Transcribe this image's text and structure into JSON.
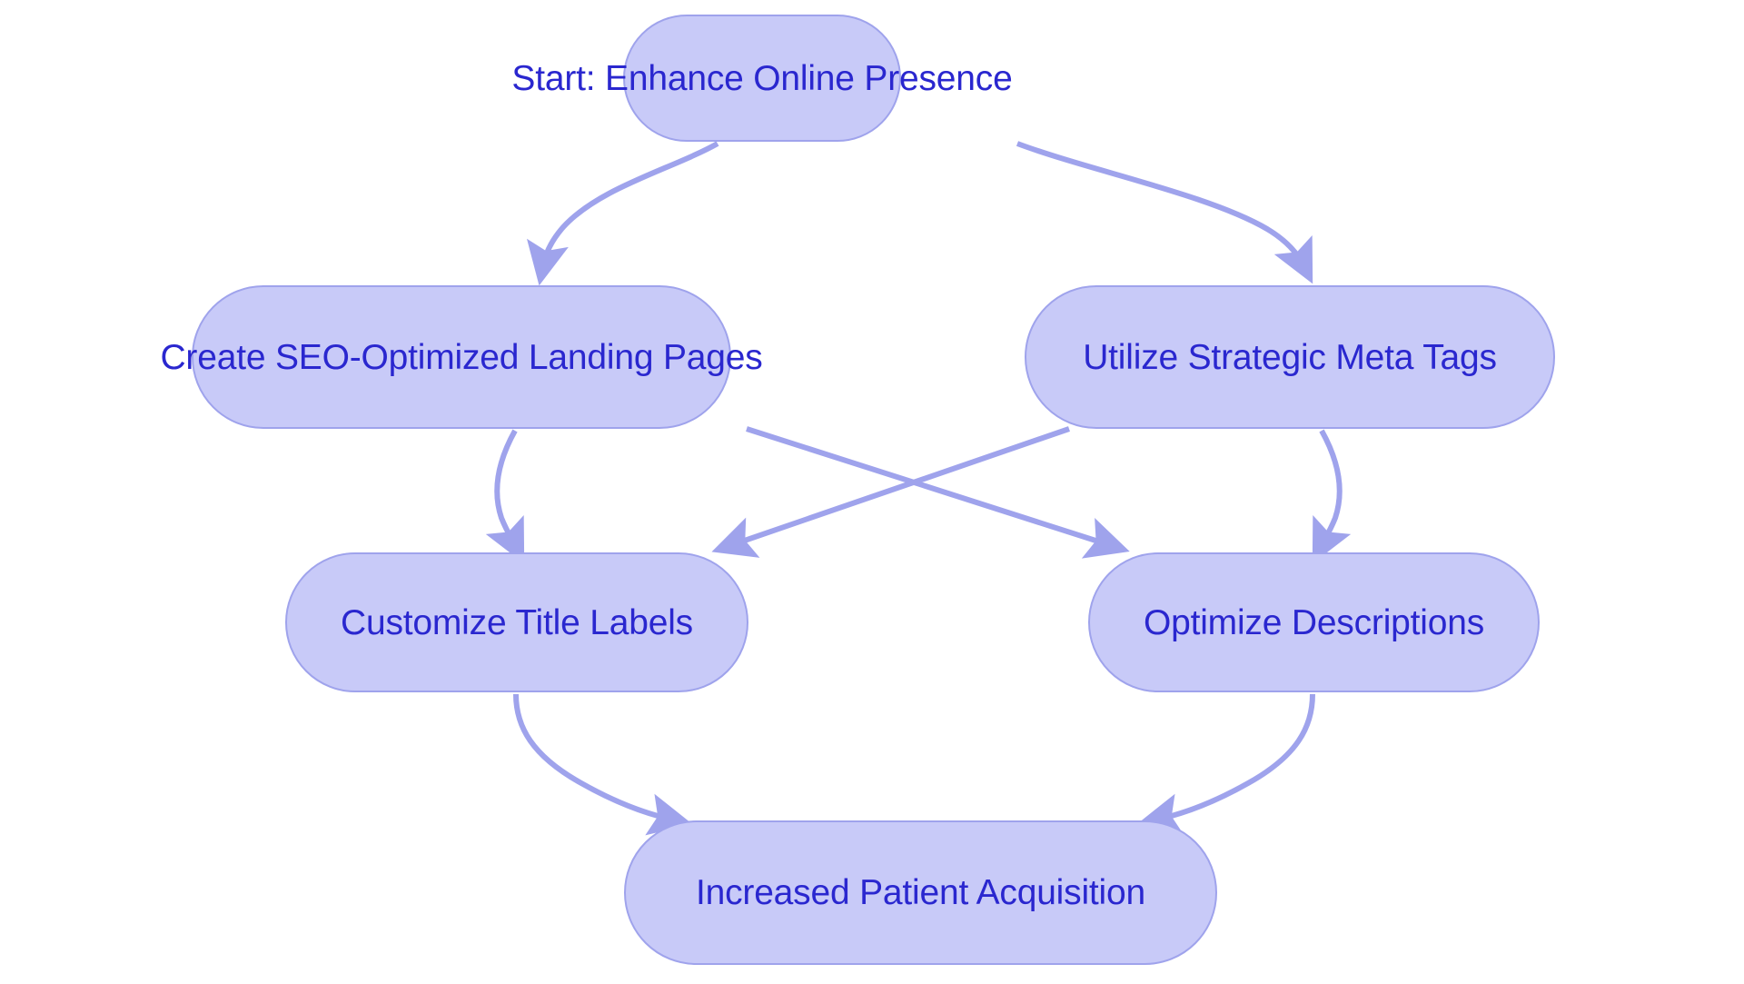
{
  "diagram": {
    "title": "SEO Strategy Flowchart",
    "type": "flowchart",
    "direction": "top-down",
    "background_color": "#ffffff",
    "node_fill_color": "#c8caf8",
    "node_border_color": "#9fa3ec",
    "node_text_color": "#2a27cf",
    "edge_color": "#9fa3ec",
    "nodes": [
      {
        "id": "start",
        "label": "Start: Enhance Online Presence",
        "shape": "stadium",
        "row": 1,
        "column": "center"
      },
      {
        "id": "landing",
        "label": "Create SEO-Optimized Landing Pages",
        "shape": "stadium",
        "row": 2,
        "column": "left"
      },
      {
        "id": "meta",
        "label": "Utilize Strategic Meta Tags",
        "shape": "stadium",
        "row": 2,
        "column": "right"
      },
      {
        "id": "titles",
        "label": "Customize Title Labels",
        "shape": "stadium",
        "row": 3,
        "column": "left"
      },
      {
        "id": "descriptions",
        "label": "Optimize Descriptions",
        "shape": "stadium",
        "row": 3,
        "column": "right"
      },
      {
        "id": "acquisition",
        "label": "Increased Patient Acquisition",
        "shape": "stadium",
        "row": 4,
        "column": "center"
      }
    ],
    "edges": [
      {
        "id": "start-to-landing",
        "from": "start",
        "to": "landing",
        "label": "",
        "style": "curved-arrow"
      },
      {
        "id": "start-to-meta",
        "from": "start",
        "to": "meta",
        "label": "",
        "style": "curved-arrow"
      },
      {
        "id": "landing-to-titles",
        "from": "landing",
        "to": "titles",
        "label": "",
        "style": "curved-arrow"
      },
      {
        "id": "landing-to-descriptions",
        "from": "landing",
        "to": "descriptions",
        "label": "",
        "style": "straight-arrow"
      },
      {
        "id": "meta-to-titles",
        "from": "meta",
        "to": "titles",
        "label": "",
        "style": "straight-arrow"
      },
      {
        "id": "meta-to-descriptions",
        "from": "meta",
        "to": "descriptions",
        "label": "",
        "style": "curved-arrow"
      },
      {
        "id": "titles-to-acquisition",
        "from": "titles",
        "to": "acquisition",
        "label": "",
        "style": "curved-arrow"
      },
      {
        "id": "descriptions-to-acquisition",
        "from": "descriptions",
        "to": "acquisition",
        "label": "",
        "style": "curved-arrow"
      }
    ]
  }
}
